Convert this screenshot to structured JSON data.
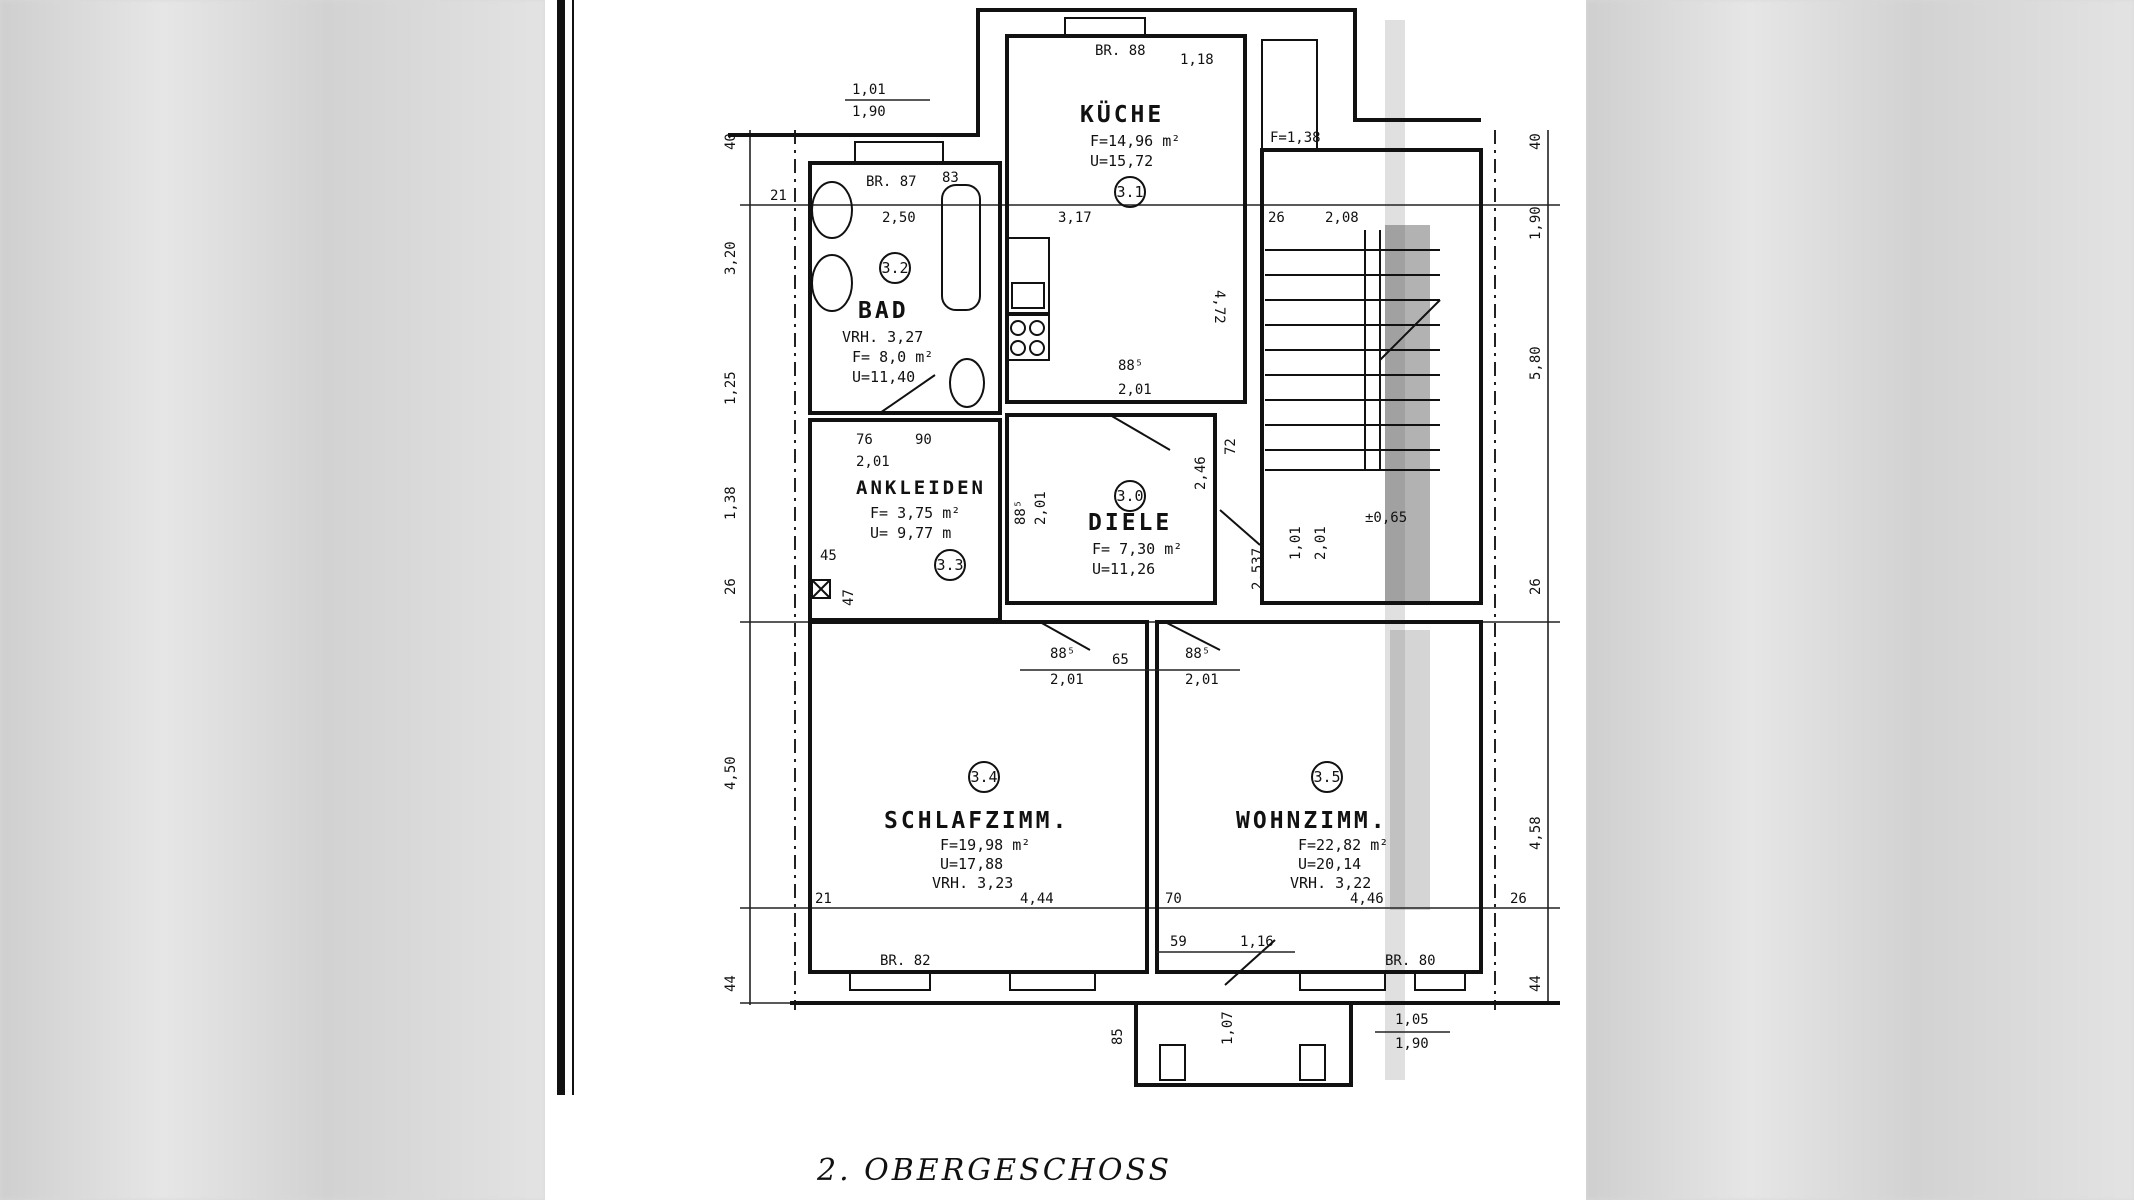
{
  "title": "2. OBERGESCHOSS",
  "colors": {
    "ink": "#111111",
    "paper": "#ffffff",
    "background": "#d9d9d9"
  },
  "rooms": [
    {
      "number": "3.0",
      "name": "DIELE",
      "lines": [
        "F= 7,30 m²",
        "U=11,26"
      ]
    },
    {
      "number": "3.1",
      "name": "KÜCHE",
      "lines": [
        "F=14,96 m²",
        "U=15,72"
      ]
    },
    {
      "number": "3.2",
      "name": "BAD",
      "lines": [
        "VRH. 3,27",
        "F= 8,0 m²",
        "U=11,40"
      ]
    },
    {
      "number": "3.3",
      "name": "ANKLEIDEN",
      "lines": [
        "F= 3,75 m²",
        "U= 9,77 m"
      ]
    },
    {
      "number": "3.4",
      "name": "SCHLAFZIMM.",
      "lines": [
        "F=19,98 m²",
        "U=17,88",
        "VRH. 3,23"
      ]
    },
    {
      "number": "3.5",
      "name": "WOHNZIMM.",
      "lines": [
        "F=22,82 m²",
        "U=20,14",
        "VRH. 3,22"
      ]
    }
  ],
  "dimensions": {
    "top_window_a": "1,01",
    "top_window_b": "1,90",
    "bru_kitchen": "BR. 88",
    "kitchen_right": "1,18",
    "f_small": "F=1,38",
    "bru_bad": "BR. 87",
    "bad_83": "83",
    "bad_width": "2,50",
    "kitchen_width": "3,17",
    "stair_26": "26",
    "stair_width": "2,08",
    "left_21": "21",
    "left_320": "3,20",
    "left_125": "1,25",
    "left_138": "1,38",
    "left_26": "26",
    "left_450": "4,50",
    "left_44": "44",
    "left_40": "40",
    "right_190": "1,90",
    "right_580": "5,80",
    "right_26": "26",
    "right_458": "4,58",
    "right_44": "44",
    "right_40": "40",
    "kitchen_height": "4,72",
    "kitchen_door_a": "88⁵",
    "kitchen_door_b": "2,01",
    "ank_76": "76",
    "ank_90": "90",
    "ank_201": "2,01",
    "ank_45": "45",
    "ank_47": "47",
    "diele_door_a": "88⁵",
    "diele_door_b": "2,01",
    "diele_246": "2,46",
    "diele_72": "72",
    "diele_2537": "2,537",
    "entry_101": "1,01",
    "entry_201": "2,01",
    "level": "±0,65",
    "sz_door_a": "88⁵",
    "sz_door_b": "2,01",
    "mid_65": "65",
    "wz_door_a": "88⁵",
    "wz_door_b": "2,01",
    "sz_21": "21",
    "sz_width": "4,44",
    "wz_70": "70",
    "wz_width": "4,46",
    "right_26b": "26",
    "bru_sz": "BR. 82",
    "bru_wz": "BR. 80",
    "balc_59": "59",
    "balc_116": "1,16",
    "balc_85": "85",
    "balc_107": "1,07",
    "balc_105": "1,05",
    "balc_190": "1,90"
  }
}
